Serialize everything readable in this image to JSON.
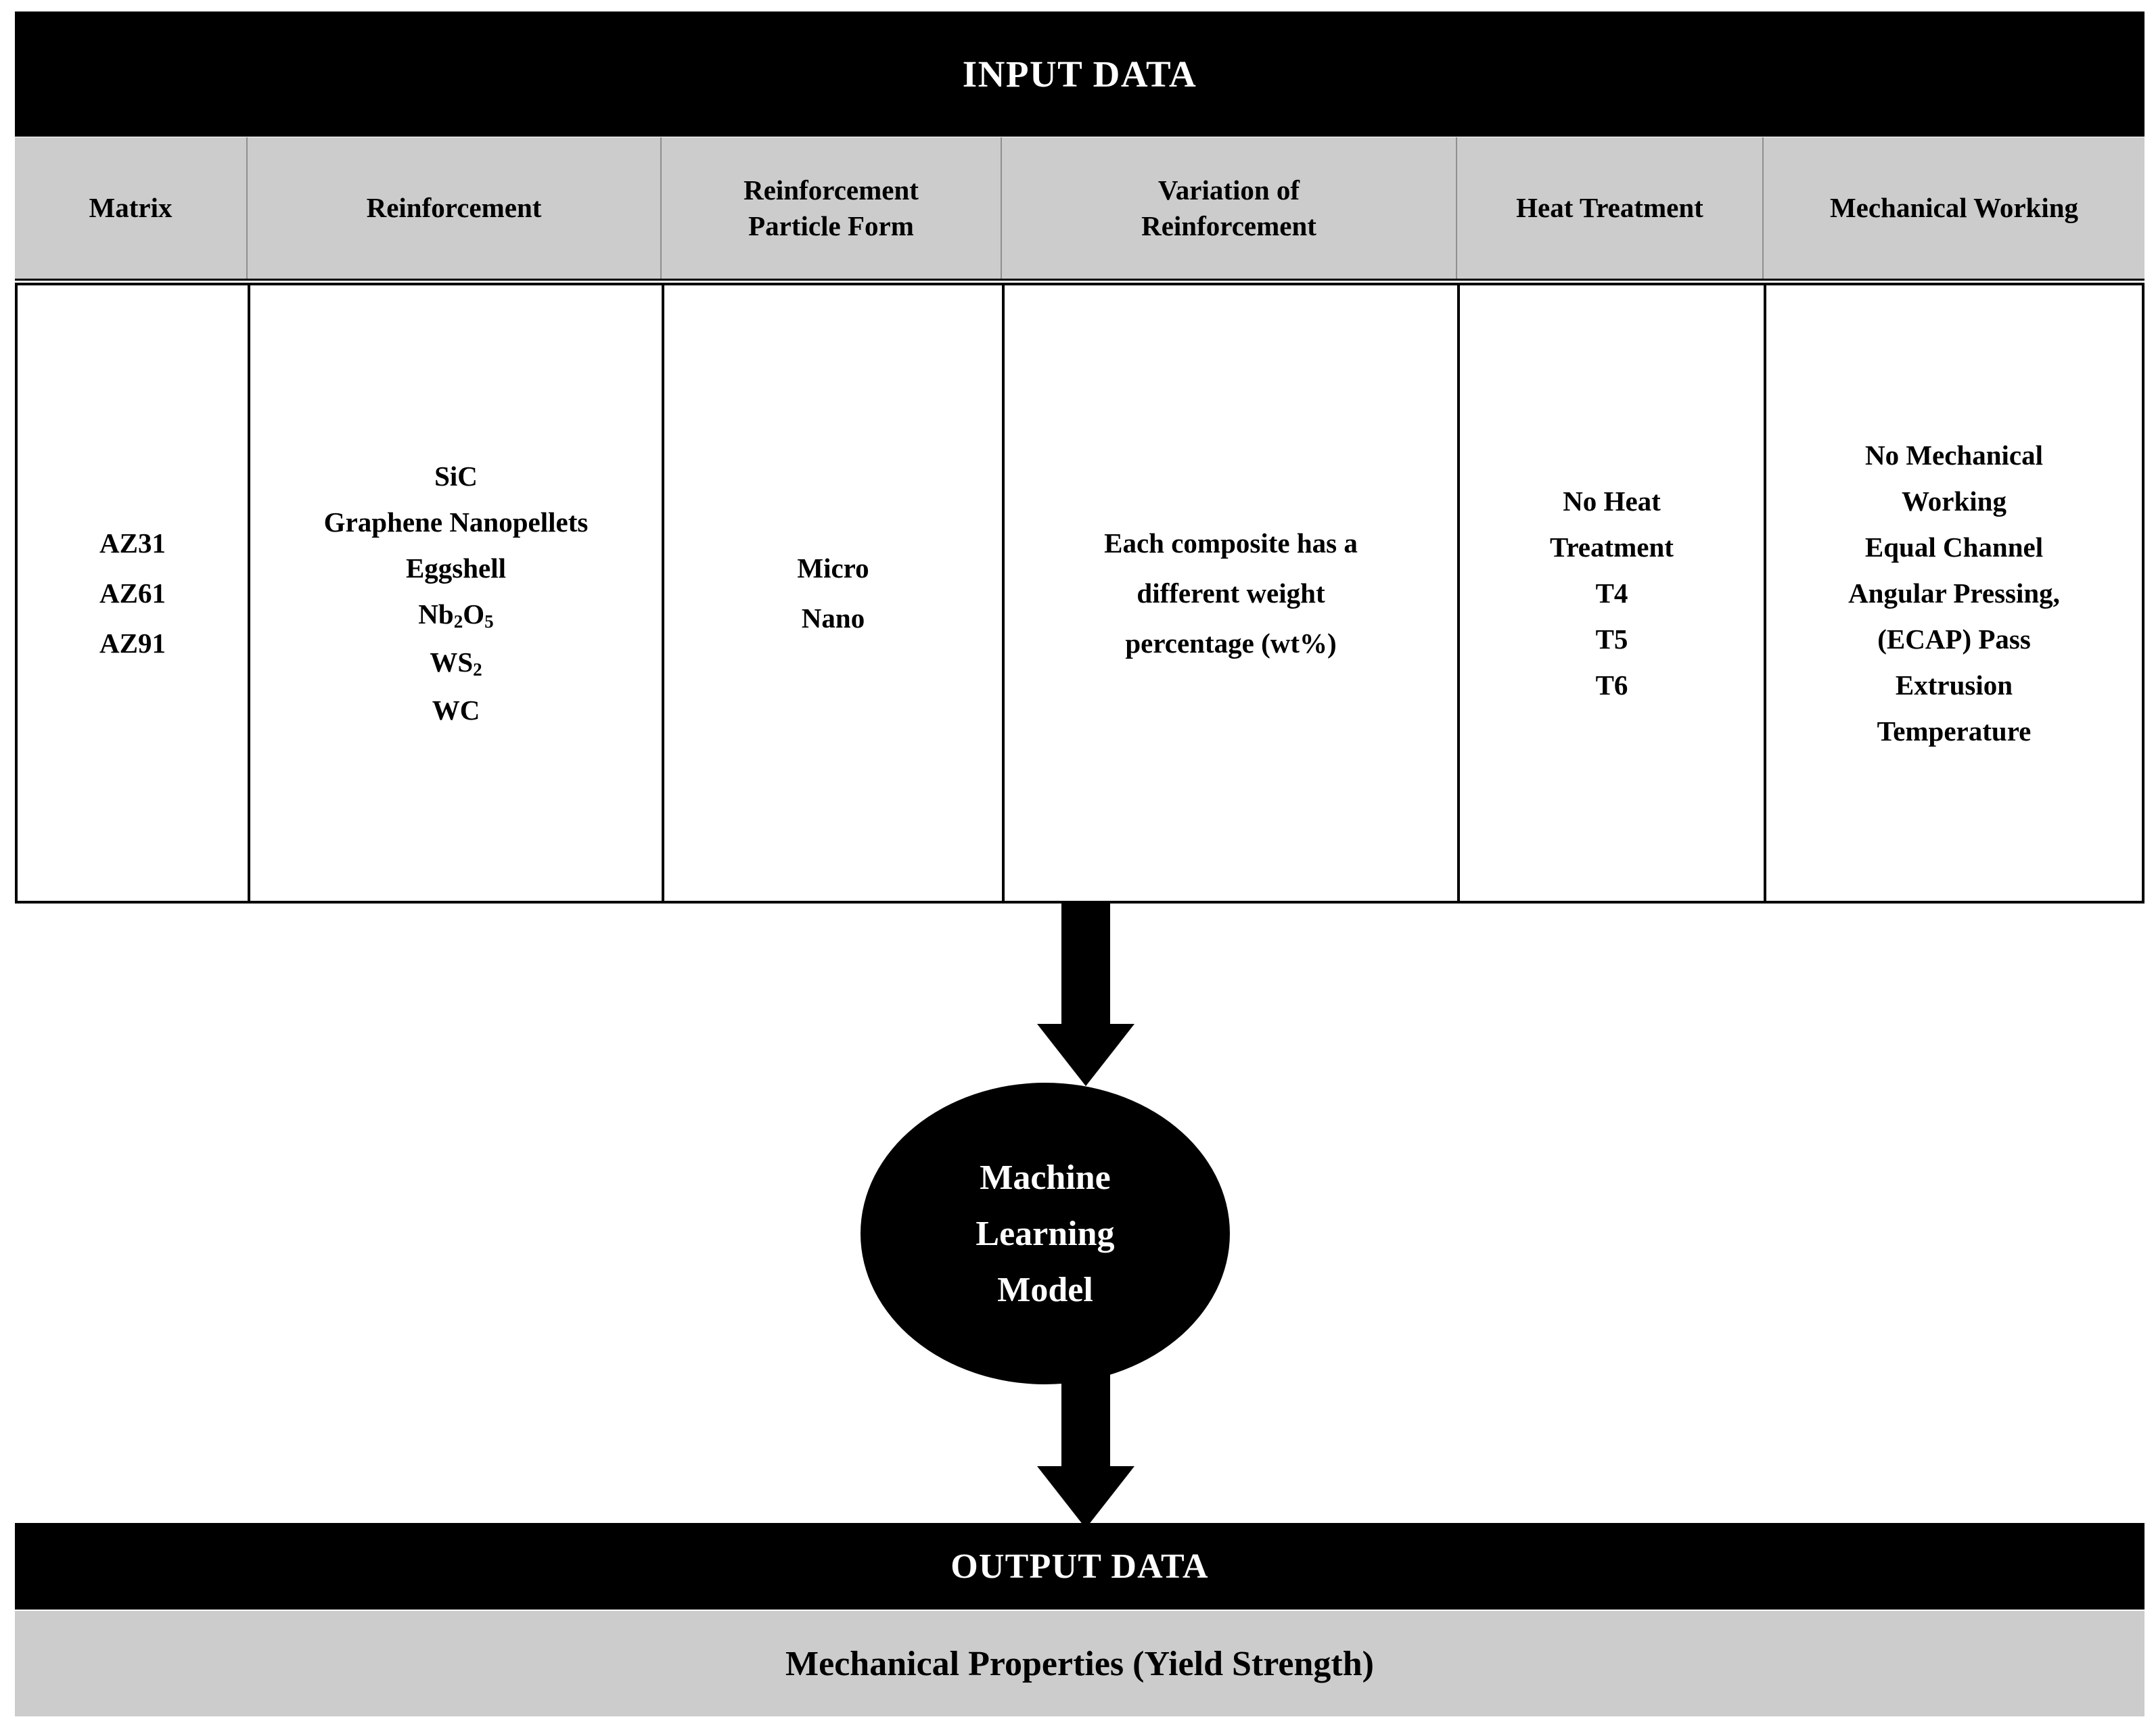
{
  "input_section": {
    "banner_label": "INPUT DATA",
    "columns": [
      {
        "id": "matrix",
        "header_lines": [
          "Matrix"
        ],
        "values": [
          "AZ31",
          "AZ61",
          "AZ91"
        ]
      },
      {
        "id": "reinforcement",
        "header_lines": [
          "Reinforcement"
        ],
        "values": [
          "SiC",
          "Graphene Nanopellets",
          "Eggshell",
          "Nb2O5",
          "WS2",
          "WC"
        ],
        "values_html": [
          "SiC",
          "Graphene Nanopellets",
          "Eggshell",
          "Nb<sub>2</sub>O<sub>5</sub>",
          "WS<sub>2</sub>",
          "WC"
        ]
      },
      {
        "id": "reinforcement-particle-form",
        "header_lines": [
          "Reinforcement",
          "Particle Form"
        ],
        "values": [
          "Micro",
          "Nano"
        ]
      },
      {
        "id": "variation-of-reinforcement",
        "header_lines": [
          "Variation of",
          "Reinforcement"
        ],
        "values": [
          "Each composite has a",
          "different weight",
          "percentage (wt%)"
        ]
      },
      {
        "id": "heat-treatment",
        "header_lines": [
          "Heat Treatment"
        ],
        "values": [
          "No Heat",
          "Treatment",
          "T4",
          "T5",
          "T6"
        ]
      },
      {
        "id": "mechanical-working",
        "header_lines": [
          "Mechanical Working"
        ],
        "values": [
          "No Mechanical",
          "Working",
          "Equal Channel",
          "Angular Pressing,",
          "(ECAP) Pass",
          "Extrusion",
          "Temperature"
        ]
      }
    ]
  },
  "model_node": {
    "lines": [
      "Machine",
      "Learning",
      "Model"
    ]
  },
  "output_section": {
    "banner_label": "OUTPUT DATA",
    "properties_label": "Mechanical Properties (Yield Strength)"
  },
  "flow": {
    "arrow_top_name": "arrow-input-to-model",
    "arrow_bottom_name": "arrow-model-to-output"
  },
  "colors": {
    "banner_background": "#000000",
    "banner_text": "#ffffff",
    "header_background": "#cccccc",
    "body_background": "#ffffff",
    "border": "#000000",
    "output_properties_background": "#cccccc"
  }
}
